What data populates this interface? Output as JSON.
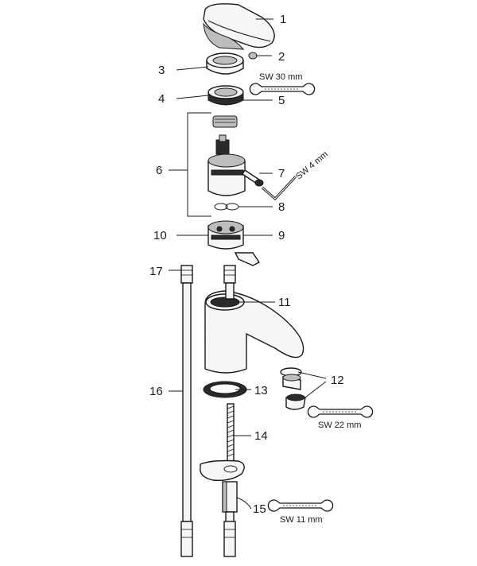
{
  "callouts": {
    "c1": "1",
    "c2": "2",
    "c3": "3",
    "c4": "4",
    "c5": "5",
    "c6": "6",
    "c7": "7",
    "c8": "8",
    "c9": "9",
    "c10": "10",
    "c11": "11",
    "c12": "12",
    "c13": "13",
    "c14": "14",
    "c15": "15",
    "c16": "16",
    "c17": "17"
  },
  "tools": {
    "wrench_top": "SW 30 mm",
    "hex_key": "SW 4 mm",
    "wrench_aerator": "SW 22 mm",
    "wrench_bottom": "SW 11 mm"
  }
}
